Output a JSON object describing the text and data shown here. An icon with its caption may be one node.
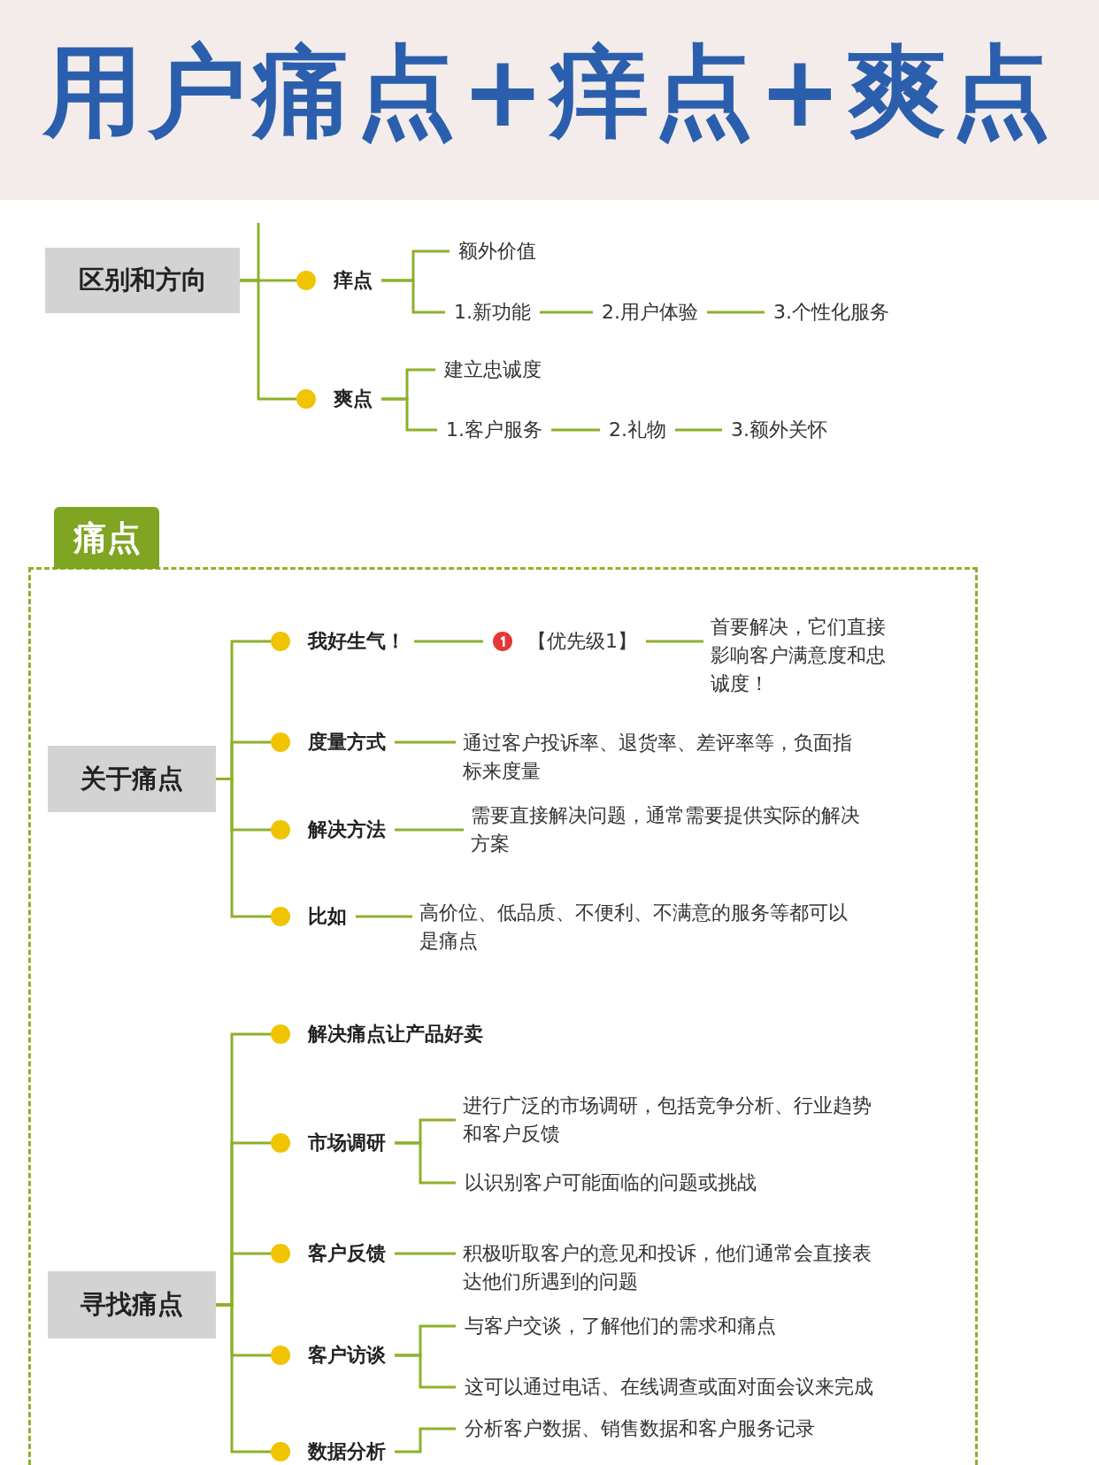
{
  "diagram": {
    "title": "用户痛点+痒点+爽点",
    "nodes": [
      {
        "text": [
          "区别和方向"
        ]
      },
      {
        "text": [
          "痒点"
        ]
      },
      {
        "text": [
          "额外价值"
        ]
      },
      {
        "text": [
          "1.新功能"
        ]
      },
      {
        "text": [
          "2.用户体验"
        ]
      },
      {
        "text": [
          "3.个性化服务"
        ]
      },
      {
        "text": [
          "爽点"
        ]
      },
      {
        "text": [
          "建立忠诚度"
        ]
      },
      {
        "text": [
          "1.客户服务"
        ]
      },
      {
        "text": [
          "2.礼物"
        ]
      },
      {
        "text": [
          "3.额外关怀"
        ]
      },
      {
        "text": [
          "痛点"
        ]
      },
      {
        "text": [
          "关于痛点"
        ],
        "in": 11
      },
      {
        "text": [
          "我好生气！"
        ],
        "in": 11
      },
      {
        "text": [
          "【优先级1】"
        ],
        "in": 11
      },
      {
        "text": [
          "首要解决，它们直接影响客户满意度和忠诚度！"
        ],
        "in": 11
      },
      {
        "text": [
          "度量方式"
        ],
        "in": 11
      },
      {
        "text": [
          "通过客户投诉率、退货率、差评率等，负面指标来度量"
        ],
        "in": 11
      },
      {
        "text": [
          "解决方法"
        ],
        "in": 11
      },
      {
        "text": [
          "需要直接解决问题，通常需要提供实际的解决方案"
        ],
        "in": 11
      },
      {
        "text": [
          "比如"
        ],
        "in": 11
      },
      {
        "text": [
          "高价位、低品质、不便利、不满意的服务等都可以是痛点"
        ],
        "in": 11
      },
      {
        "text": [
          "寻找痛点"
        ],
        "in": 11
      },
      {
        "text": [
          "解决痛点让产品好卖"
        ],
        "in": 11
      },
      {
        "text": [
          "市场调研"
        ],
        "in": 11
      },
      {
        "text": [
          "进行广泛的市场调研，包括竞争分析、行业趋势和客户反馈"
        ],
        "in": 11
      },
      {
        "text": [
          "以识别客户可能面临的问题或挑战"
        ],
        "in": 11
      },
      {
        "text": [
          "客户反馈"
        ],
        "in": 11
      },
      {
        "text": [
          "积极听取客户的意见和投诉，他们通常会直接表达他们所遇到的问题"
        ],
        "in": 11
      },
      {
        "text": [
          "客户访谈"
        ],
        "in": 11
      },
      {
        "text": [
          "与客户交谈，了解他们的需求和痛点"
        ],
        "in": 11
      },
      {
        "text": [
          "这可以通过电话、在线调查或面对面会议来完成"
        ],
        "in": 11
      },
      {
        "text": [
          "数据分析"
        ],
        "in": 11
      },
      {
        "text": [
          "分析客户数据、销售数据和客户服务记录"
        ],
        "in": 11
      }
    ],
    "edges": [
      {
        "from": 0,
        "to": null,
        "arrow": "none"
      },
      {
        "from": 0,
        "to": 1,
        "arrow": "none"
      },
      {
        "from": 0,
        "to": 6,
        "arrow": "none"
      },
      {
        "from": 1,
        "to": 2,
        "arrow": "none"
      },
      {
        "from": 1,
        "to": 3,
        "arrow": "none"
      },
      {
        "from": 3,
        "to": 4,
        "arrow": "none"
      },
      {
        "from": 4,
        "to": 5,
        "arrow": "none"
      },
      {
        "from": 6,
        "to": 7,
        "arrow": "none"
      },
      {
        "from": 6,
        "to": 8,
        "arrow": "none"
      },
      {
        "from": 8,
        "to": 9,
        "arrow": "none"
      },
      {
        "from": 9,
        "to": 10,
        "arrow": "none"
      },
      {
        "from": 12,
        "to": 13,
        "arrow": "none"
      },
      {
        "from": 12,
        "to": 16,
        "arrow": "none"
      },
      {
        "from": 12,
        "to": 18,
        "arrow": "none"
      },
      {
        "from": 12,
        "to": 20,
        "arrow": "none"
      },
      {
        "from": 13,
        "to": 14,
        "arrow": "none"
      },
      {
        "from": 14,
        "to": 15,
        "arrow": "none"
      },
      {
        "from": 16,
        "to": 17,
        "arrow": "none"
      },
      {
        "from": 18,
        "to": 19,
        "arrow": "none"
      },
      {
        "from": 20,
        "to": 21,
        "arrow": "none"
      },
      {
        "from": 22,
        "to": 23,
        "arrow": "none"
      },
      {
        "from": 22,
        "to": 24,
        "arrow": "none"
      },
      {
        "from": 22,
        "to": 27,
        "arrow": "none"
      },
      {
        "from": 22,
        "to": 29,
        "arrow": "none"
      },
      {
        "from": 22,
        "to": 32,
        "arrow": "none"
      },
      {
        "from": 24,
        "to": 25,
        "arrow": "none"
      },
      {
        "from": 24,
        "to": 26,
        "arrow": "none"
      },
      {
        "from": 27,
        "to": 28,
        "arrow": "none"
      },
      {
        "from": 29,
        "to": 30,
        "arrow": "none"
      },
      {
        "from": 29,
        "to": 31,
        "arrow": "none"
      },
      {
        "from": 32,
        "to": 33,
        "arrow": "none"
      }
    ]
  }
}
